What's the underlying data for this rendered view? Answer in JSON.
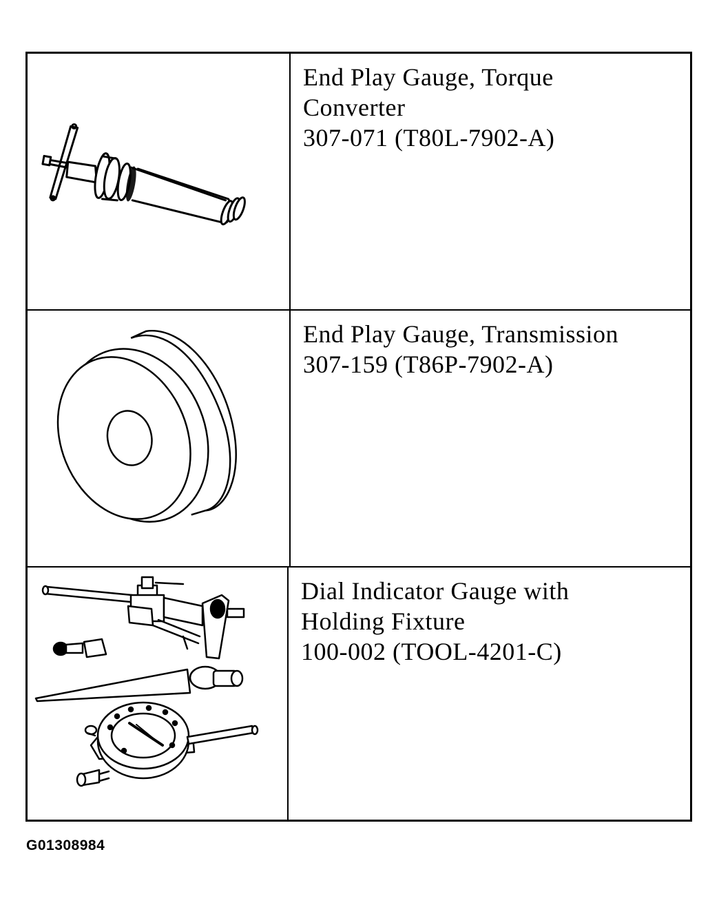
{
  "rows": [
    {
      "illustration_icon": "torque-converter-end-play-gauge-icon",
      "lines": [
        "End Play Gauge, Torque",
        "Converter",
        "307-071 (T80L-7902-A)"
      ]
    },
    {
      "illustration_icon": "transmission-end-play-gauge-icon",
      "lines": [
        "End Play Gauge, Transmission",
        "307-159 (T86P-7902-A)"
      ]
    },
    {
      "illustration_icon": "dial-indicator-gauge-icon",
      "lines": [
        "Dial Indicator Gauge with",
        "Holding Fixture",
        "100-002 (TOOL-4201-C)"
      ]
    }
  ],
  "figure_id": "G01308984",
  "colors": {
    "ink": "#000000",
    "paper": "#ffffff"
  }
}
